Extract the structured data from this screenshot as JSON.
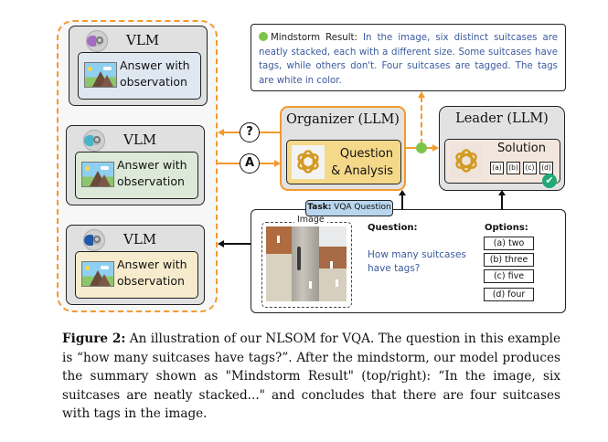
{
  "diagram": {
    "vlm_agents": [
      {
        "title": "VLM",
        "text_line1": "Answer with",
        "text_line2": "observation",
        "inner_color": "#dfe7f1",
        "icon_color": "#a46bc4"
      },
      {
        "title": "VLM",
        "text_line1": "Answer with",
        "text_line2": "observation",
        "inner_color": "#dde9d8",
        "icon_color": "#48b6c8"
      },
      {
        "title": "VLM",
        "text_line1": "Answer with",
        "text_line2": "observation",
        "inner_color": "#f6ebcc",
        "icon_color": "#1f5aa8"
      }
    ],
    "arrow_labels": {
      "question": "?",
      "answer": "A"
    },
    "mindstorm": {
      "label": "Mindstorm Result:",
      "text": "In the image, six distinct suitcases are neatly stacked, each with a different size. Some suitcases have tags, while others don't. Four suitcases are tagged. The tags are white in color."
    },
    "organizer": {
      "title": "Organizer (LLM)",
      "line1": "Question",
      "line2": "& Analysis"
    },
    "leader": {
      "title": "Leader (LLM)",
      "solution": "Solution",
      "choices": [
        "(a)",
        "(b)",
        "(c)",
        "(d)"
      ],
      "selected": "(d)",
      "check": "✔"
    },
    "task": {
      "label": "Task:",
      "value": "VQA Question"
    },
    "question_panel": {
      "image_label": "Image",
      "question_label": "Question:",
      "question_text": "How many suitcases have tags?",
      "options_label": "Options:",
      "options": [
        "(a) two",
        "(b) three",
        "(c) five",
        "(d) four"
      ]
    }
  },
  "caption": {
    "label": "Figure 2:",
    "text": "An illustration of our NLSOM for VQA. The question in this example is “how many suitcases have tags?”. After the mindstorm, our model produces the summary shown as \"Mindstorm Result\" (top/right): “In the image, six suitcases are neatly stacked...\" and concludes that there are four suitcases with tags in the image."
  },
  "colors": {
    "orange": "#f29a2e",
    "green_node": "#7dc54a",
    "check_green": "#21a876",
    "blue_text": "#3a5aa0",
    "task_tag": "#b9d6ee"
  }
}
